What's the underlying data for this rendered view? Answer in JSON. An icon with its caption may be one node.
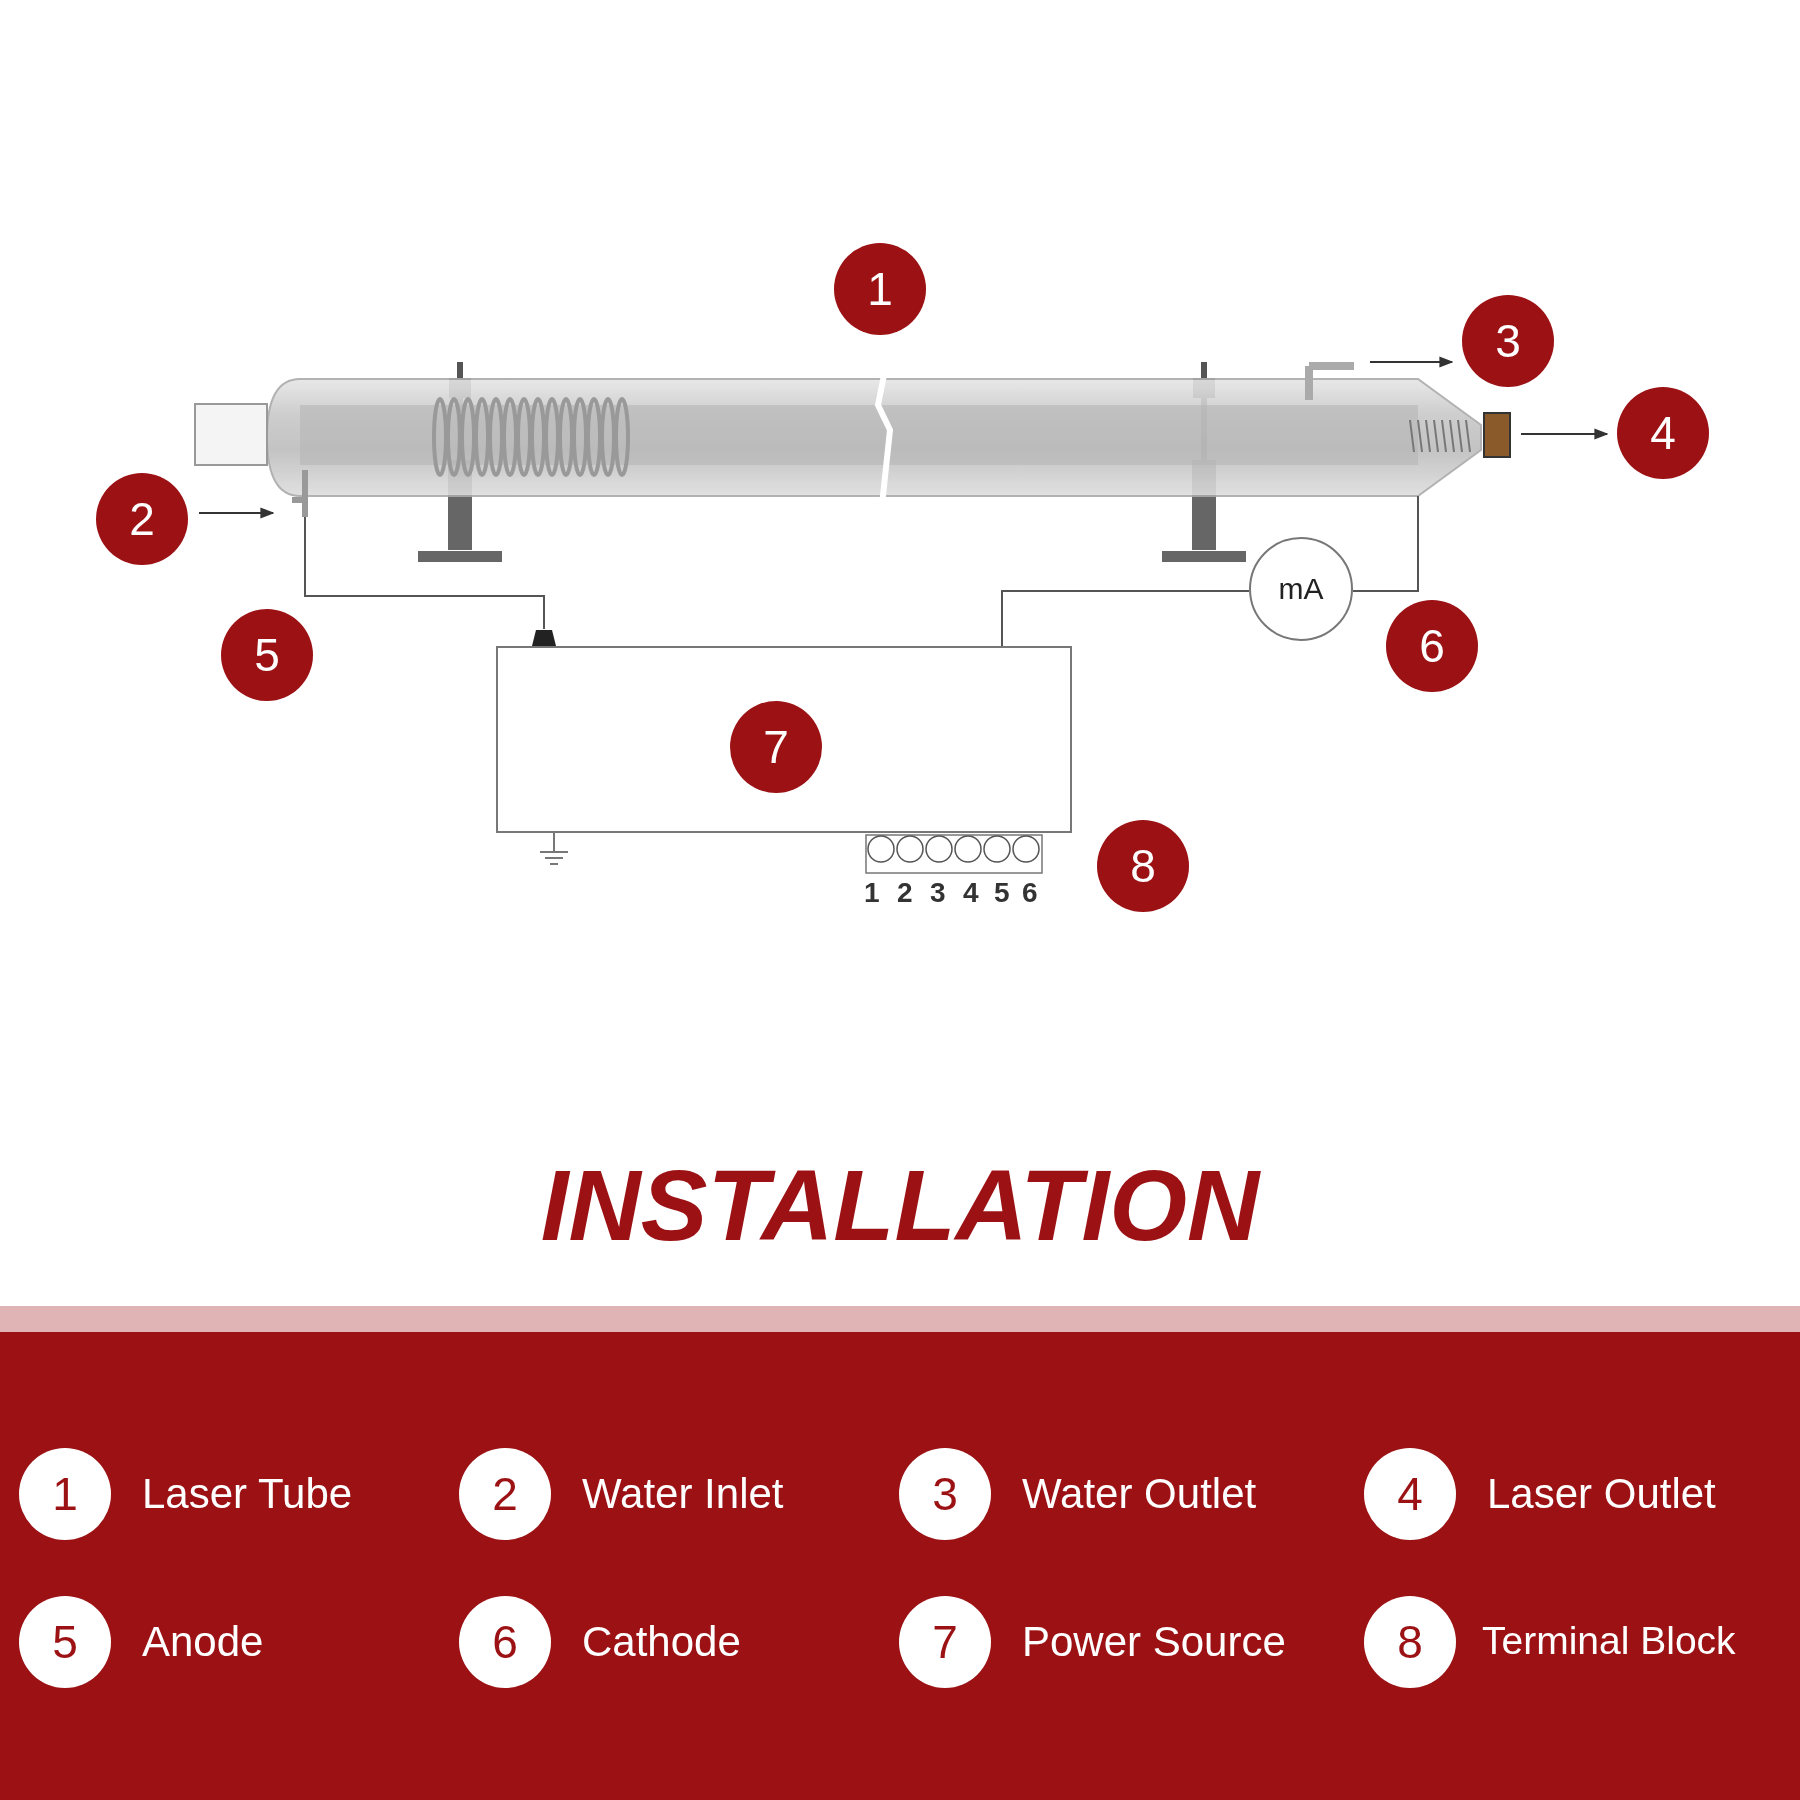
{
  "diagram": {
    "title": "INSTALLATION",
    "nodes": [
      {
        "text": [],
        "shape": "picture"
      },
      {
        "text": [],
        "shape": "box"
      },
      {
        "text": [
          "mA"
        ]
      }
    ],
    "edges": [
      {
        "from": 0,
        "to": 1,
        "arrow": "none"
      },
      {
        "from": 1,
        "to": 2,
        "arrow": "none"
      },
      {
        "from": 2,
        "to": 0,
        "arrow": "none"
      }
    ],
    "labels": [
      "1",
      "3",
      "4",
      "2",
      "5",
      "6",
      "7",
      "8",
      "1",
      "2",
      "3",
      "4",
      "5",
      "6",
      "1",
      "Laser Tube",
      "2",
      "Water Inlet",
      "3",
      "Water Outlet",
      "4",
      "Laser Outlet",
      "5",
      "Anode",
      "6",
      "Cathode",
      "7",
      "Power Source",
      "8",
      "Terminal Block"
    ]
  }
}
